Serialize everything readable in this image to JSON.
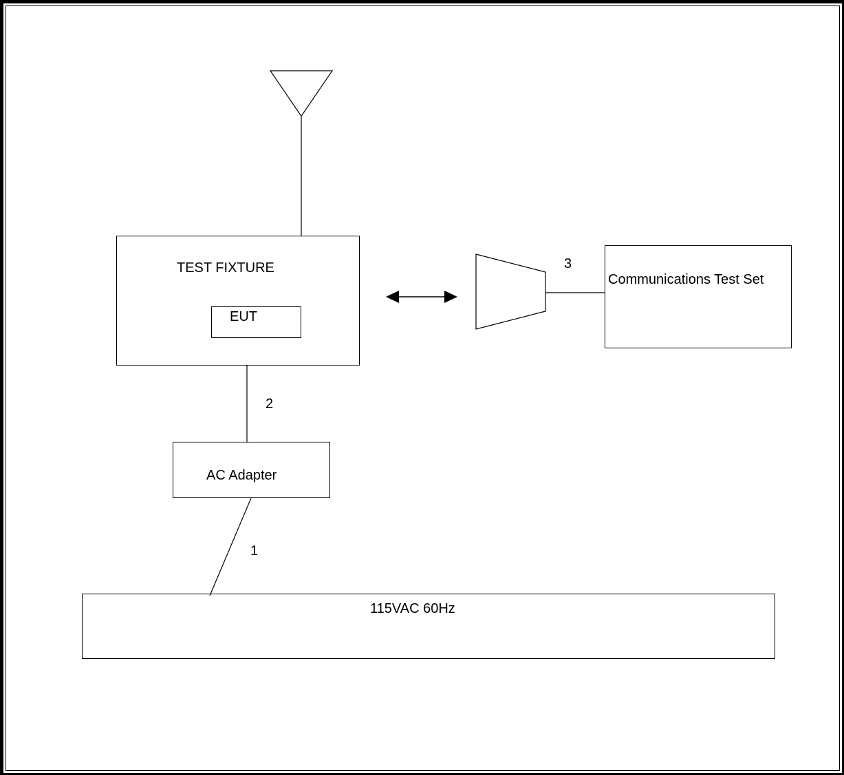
{
  "diagram": {
    "test_fixture_label": "TEST FIXTURE",
    "eut_label": "EUT",
    "ac_adapter_label": "AC Adapter",
    "power_source_label": "115VAC 60Hz",
    "comm_test_set_label": "Communications Test Set",
    "cable_1_label": "1",
    "cable_2_label": "2",
    "cable_3_label": "3",
    "line_color": "#000000",
    "background_color": "#ffffff"
  }
}
